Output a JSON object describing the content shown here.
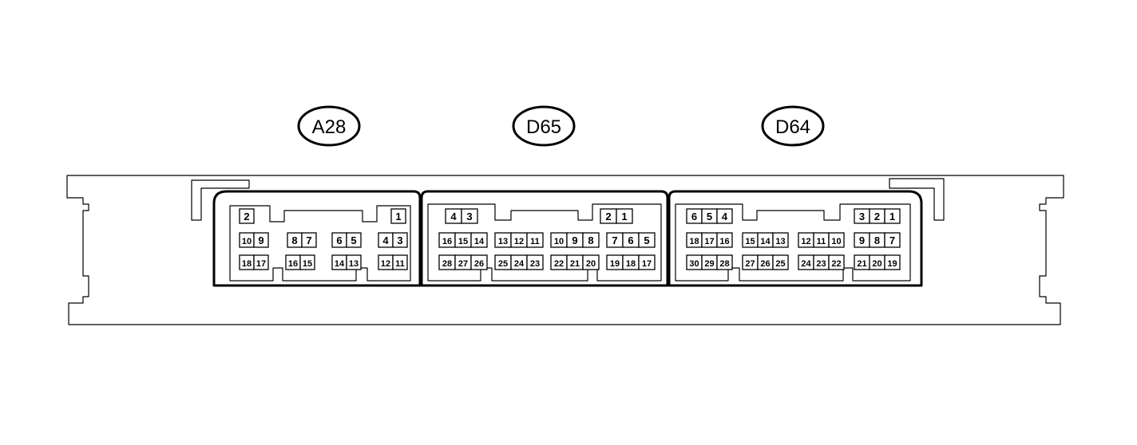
{
  "connectors": [
    {
      "label": "A28",
      "rows": [
        [
          [
            "2"
          ],
          [
            "1"
          ]
        ],
        [
          [
            "10",
            "9"
          ],
          [
            "8",
            "7"
          ],
          [
            "6",
            "5"
          ],
          [
            "4",
            "3"
          ]
        ],
        [
          [
            "18",
            "17"
          ],
          [
            "16",
            "15"
          ],
          [
            "14",
            "13"
          ],
          [
            "12",
            "11"
          ]
        ]
      ]
    },
    {
      "label": "D65",
      "rows": [
        [
          [
            "4",
            "3"
          ],
          [
            "2",
            "1"
          ]
        ],
        [
          [
            "16",
            "15",
            "14"
          ],
          [
            "13",
            "12",
            "11"
          ],
          [
            "10",
            "9",
            "8"
          ],
          [
            "7",
            "6",
            "5"
          ]
        ],
        [
          [
            "28",
            "27",
            "26"
          ],
          [
            "25",
            "24",
            "23"
          ],
          [
            "22",
            "21",
            "20"
          ],
          [
            "19",
            "18",
            "17"
          ]
        ]
      ]
    },
    {
      "label": "D64",
      "rows": [
        [
          [
            "6",
            "5",
            "4"
          ],
          [
            "3",
            "2",
            "1"
          ]
        ],
        [
          [
            "18",
            "17",
            "16"
          ],
          [
            "15",
            "14",
            "13"
          ],
          [
            "12",
            "11",
            "10"
          ],
          [
            "9",
            "8",
            "7"
          ]
        ],
        [
          [
            "30",
            "29",
            "28"
          ],
          [
            "27",
            "26",
            "25"
          ],
          [
            "24",
            "23",
            "22"
          ],
          [
            "21",
            "20",
            "19"
          ]
        ]
      ]
    }
  ]
}
